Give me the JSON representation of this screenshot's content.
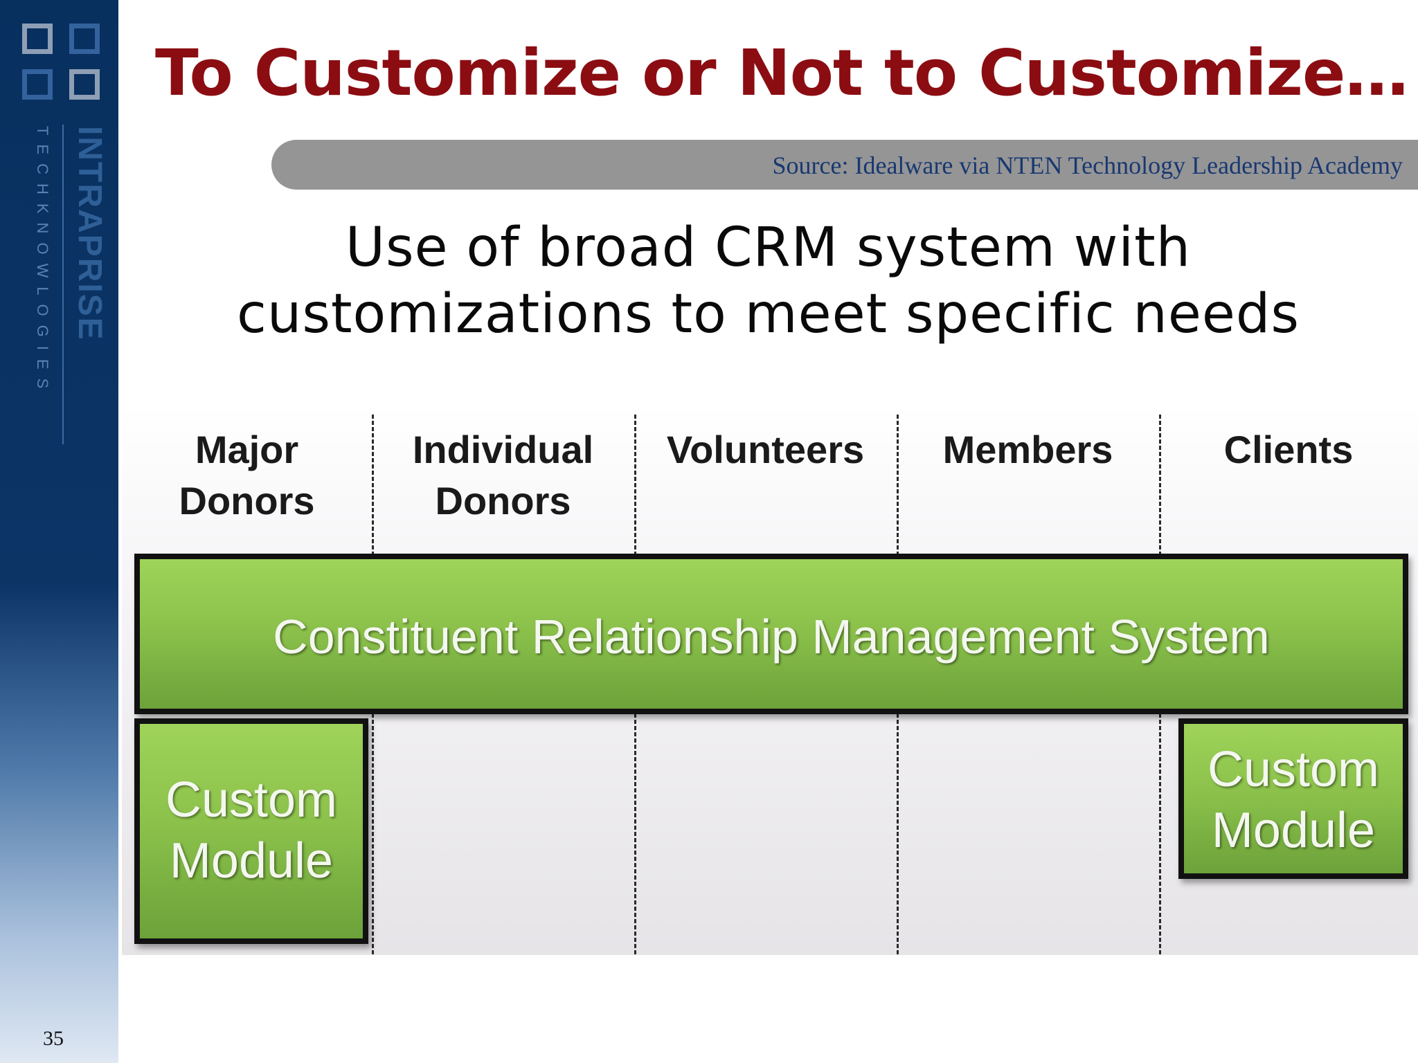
{
  "slide": {
    "title": "To Customize or Not to Customize…",
    "source": "Source: Idealware via NTEN Technology Leadership Academy",
    "subtitle_line1": "Use of broad CRM system with",
    "subtitle_line2": "customizations to meet specific needs",
    "page_number": "35"
  },
  "branding": {
    "name": "INTRAPRISE",
    "tagline": "TECHKNOWLOGIES"
  },
  "diagram": {
    "columns": [
      {
        "line1": "Major",
        "line2": "Donors"
      },
      {
        "line1": "Individual",
        "line2": "Donors"
      },
      {
        "line1": "Volunteers",
        "line2": ""
      },
      {
        "line1": "Members",
        "line2": ""
      },
      {
        "line1": "Clients",
        "line2": ""
      }
    ],
    "system_label": "Constituent Relationship Management System",
    "custom_module_left": {
      "line1": "Custom",
      "line2": "Module"
    },
    "custom_module_right": {
      "line1": "Custom",
      "line2": "Module"
    }
  },
  "colors": {
    "title": "#8b0d12",
    "source_text": "#183870",
    "module_green": "#8cc24b",
    "sidebar_blue": "#0c3566"
  }
}
